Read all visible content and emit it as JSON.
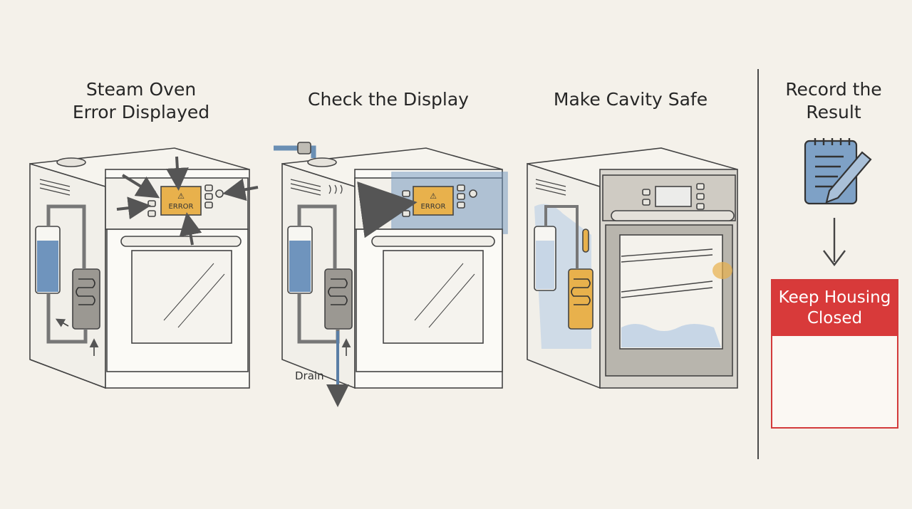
{
  "steps": [
    {
      "title": "Steam Oven\nError Displayed"
    },
    {
      "title": "Check the Display"
    },
    {
      "title": "Make Cavity Safe"
    },
    {
      "title": "Record the\nResult"
    }
  ],
  "display": {
    "error_text": "ERROR",
    "warning_glyph": "⚠"
  },
  "drain_label": "Drain",
  "warning": {
    "title": "Keep Housing\nClosed"
  },
  "icons": [
    "clipboard-pencil-icon",
    "padlock-icon",
    "down-arrow-icon",
    "oven-icon"
  ],
  "colors": {
    "accent_orange": "#e8b14c",
    "accent_blue": "#6f94bd",
    "warning_red": "#d83a3a",
    "background": "#f4f1ea"
  }
}
